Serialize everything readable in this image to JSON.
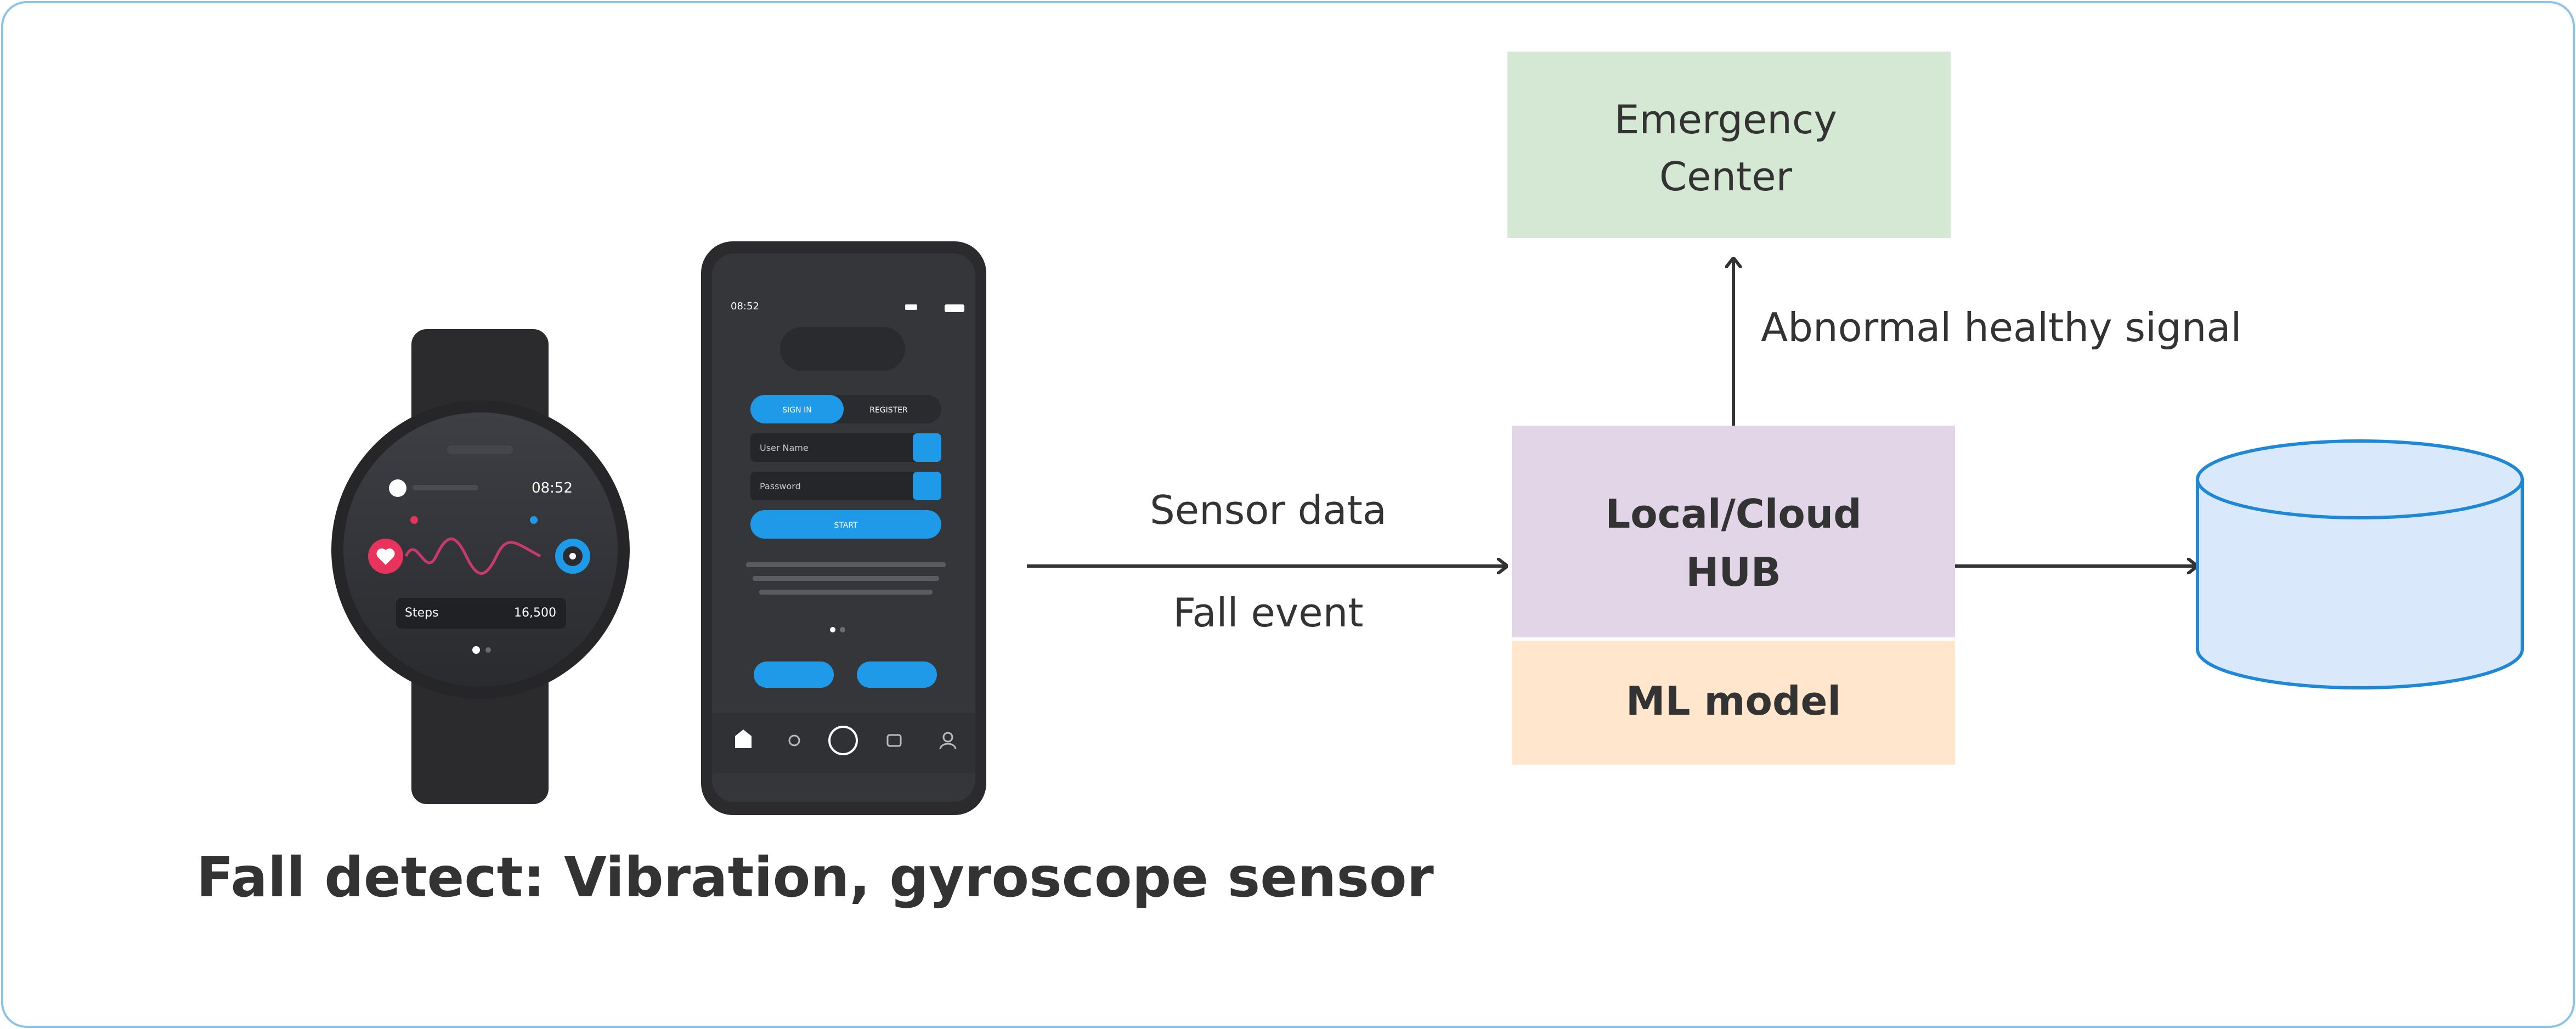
{
  "colors": {
    "frame_border": "#8fc3e6",
    "text": "#333333",
    "emergency_fill": "#d5e8d4",
    "hub_fill": "#e1d5e7",
    "ml_fill": "#ffe6cc",
    "db_fill": "#dae8fc",
    "db_stroke": "#1e88d8",
    "device_body": "#2b2b2d",
    "device_screen": "#34363a",
    "accent_blue": "#1e9ae8",
    "accent_red": "#e8345c"
  },
  "nodes": {
    "emergency": {
      "line1": "Emergency",
      "line2": "Center"
    },
    "hub": {
      "line1": "Local/Cloud",
      "line2": "HUB"
    },
    "ml": {
      "label": "ML model"
    },
    "database": {
      "icon": "database-cylinder-icon"
    }
  },
  "edges": {
    "sensor_label": "Sensor data",
    "fall_label": "Fall event",
    "abnormal_label": "Abnormal healthy signal"
  },
  "caption": "Fall detect: Vibration, gyroscope sensor",
  "devices": {
    "watch": {
      "icon": "smartwatch-icon",
      "time": "08:52",
      "steps_label": "Steps",
      "steps_value": "16,500"
    },
    "phone": {
      "icon": "smartphone-icon",
      "status_time": "08:52",
      "tab_signin": "SIGN IN",
      "tab_register": "REGISTER",
      "field_user": "User Name",
      "field_password": "Password",
      "start_label": "START"
    }
  }
}
